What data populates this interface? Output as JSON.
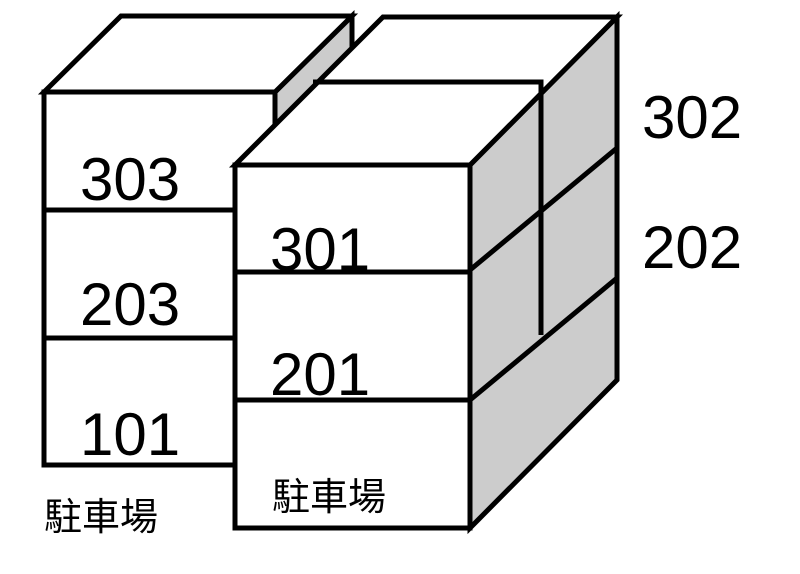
{
  "colors": {
    "line": "#000000",
    "side": "#cccccc",
    "face": "#ffffff"
  },
  "units": {
    "u303": "303",
    "u203": "203",
    "u101": "101",
    "u301": "301",
    "u201": "201",
    "u302": "302",
    "u202": "202"
  },
  "parking_left": "駐車場",
  "parking_right": "駐車場"
}
